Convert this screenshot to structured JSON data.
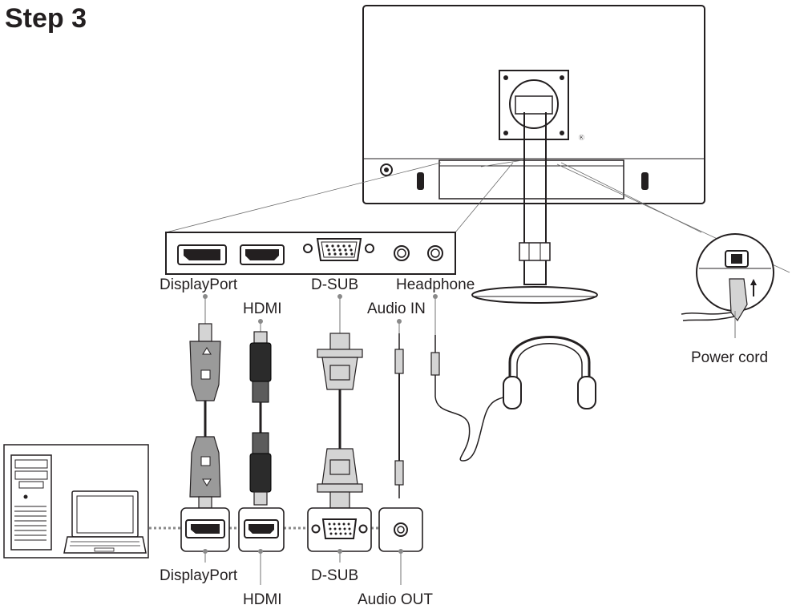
{
  "title": "Step 3",
  "monitor_ports": {
    "displayport": "DisplayPort",
    "hdmi": "HDMI",
    "dsub": "D-SUB",
    "audio_in": "Audio IN",
    "headphone": "Headphone"
  },
  "power_cord": "Power cord",
  "computer_ports": {
    "displayport": "DisplayPort",
    "hdmi": "HDMI",
    "dsub": "D-SUB",
    "audio_out": "Audio OUT"
  }
}
